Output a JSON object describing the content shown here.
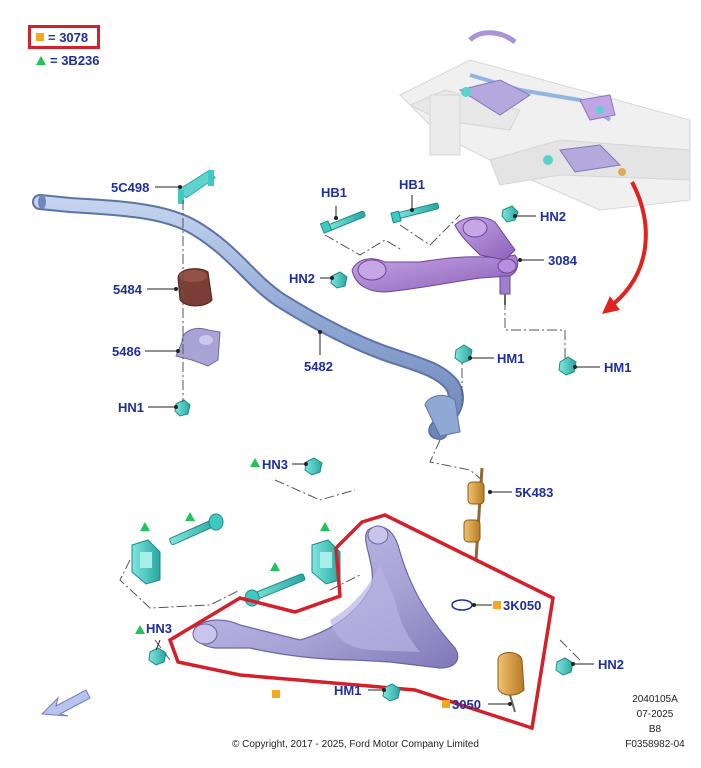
{
  "legend": {
    "square_label": "= 3078",
    "triangle_label": "= 3B236"
  },
  "callouts": {
    "c5C498": "5C498",
    "c5484": "5484",
    "c5486": "5486",
    "cHN1": "HN1",
    "c5482": "5482",
    "cHB1a": "HB1",
    "cHB1b": "HB1",
    "cHN2a": "HN2",
    "cHN2b": "HN2",
    "c3084": "3084",
    "cHM1a": "HM1",
    "cHM1b": "HM1",
    "cHN3a": "HN3",
    "c5K483": "5K483",
    "cHN3b": "HN3",
    "c3K050": "3K050",
    "cHN2c": "HN2",
    "cHM1c": "HM1",
    "c3050": "3050"
  },
  "footer": {
    "copyright": "© Copyright, 2017 - 2025, Ford Motor Company Limited",
    "illustration_id": "2040105A",
    "date": "07-2025",
    "revision": "B8",
    "figure_number": "F0358982-04"
  },
  "colors": {
    "callout_text": "#1f2f9e",
    "highlight_outline": "#d3202a",
    "stabilizer_bar": "#8fa8d4",
    "control_arm": "#a9a3d6",
    "fastener_teal": "#3fc9c2",
    "bushing_brown": "#7a3e36",
    "shock_orange": "#d99a3a",
    "legend_square": "#f5a623",
    "legend_triangle": "#22c35a",
    "arrow_red": "#e0231e"
  },
  "icons": [
    "view-direction-arrow-icon",
    "legend-square-icon",
    "legend-triangle-icon"
  ]
}
